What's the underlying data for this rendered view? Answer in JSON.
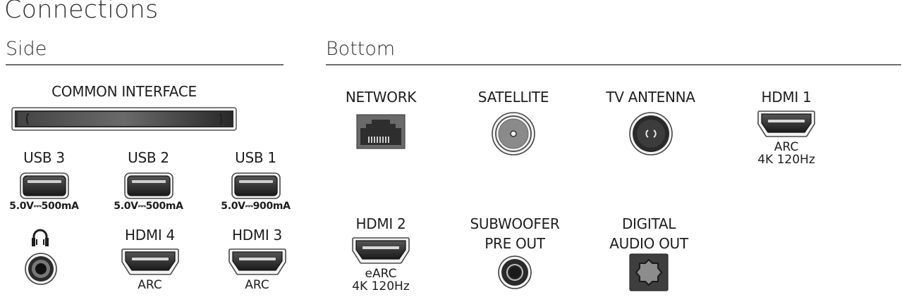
{
  "title": "Connections",
  "sections": {
    "side": {
      "label": "Side",
      "common_interface": {
        "label": "COMMON INTERFACE",
        "icon": "ci-slot-icon"
      },
      "usb": [
        {
          "label": "USB 3",
          "rating": "5.0V⎓500mA",
          "icon": "usb-port-icon"
        },
        {
          "label": "USB 2",
          "rating": "5.0V⎓500mA",
          "icon": "usb-port-icon"
        },
        {
          "label": "USB 1",
          "rating": "5.0V⎓900mA",
          "icon": "usb-port-icon"
        }
      ],
      "headphone": {
        "icon": "headphone-icon",
        "jack_icon": "audio-jack-icon"
      },
      "hdmi": [
        {
          "label": "HDMI 4",
          "sub": "ARC",
          "icon": "hdmi-port-icon"
        },
        {
          "label": "HDMI 3",
          "sub": "ARC",
          "icon": "hdmi-port-icon"
        }
      ]
    },
    "bottom": {
      "label": "Bottom",
      "row1": [
        {
          "label": "NETWORK",
          "icon": "ethernet-port-icon"
        },
        {
          "label": "SATELLITE",
          "icon": "satellite-f-connector-icon"
        },
        {
          "label": "TV ANTENNA",
          "icon": "antenna-connector-icon"
        },
        {
          "label": "HDMI 1",
          "sub1": "ARC",
          "sub2": "4K 120Hz",
          "icon": "hdmi-port-icon"
        }
      ],
      "row2": [
        {
          "label": "HDMI 2",
          "sub1": "eARC",
          "sub2": "4K 120Hz",
          "icon": "hdmi-port-icon"
        },
        {
          "label1": "SUBWOOFER",
          "label2": "PRE OUT",
          "icon": "subwoofer-jack-icon"
        },
        {
          "label1": "DIGITAL",
          "label2": "AUDIO OUT",
          "icon": "optical-port-icon"
        }
      ]
    }
  },
  "colors": {
    "text": "#1e1e1e",
    "rule": "#6e6e6e",
    "port_dark": "#2b2b2b",
    "port_grey": "#6a6a6a"
  }
}
